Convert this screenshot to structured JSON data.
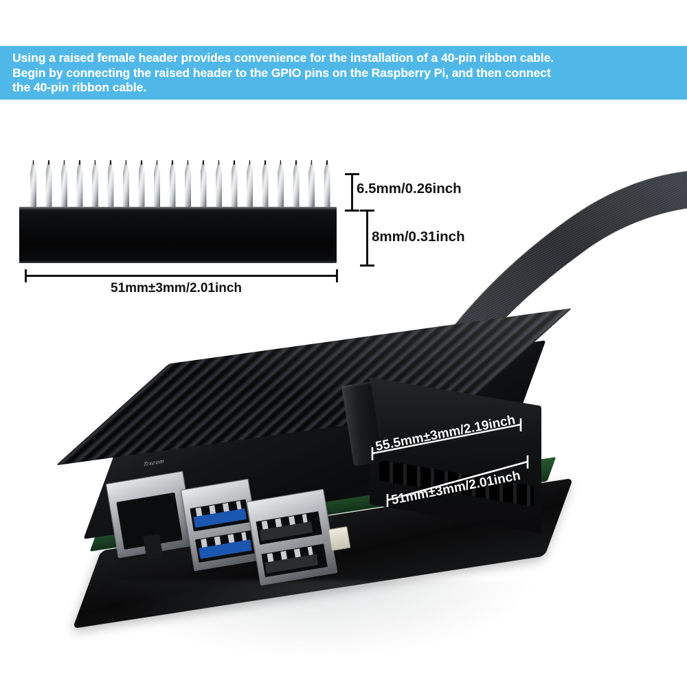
{
  "banner": {
    "text": "Using a raised female header provides convenience for the installation of a 40-pin ribbon cable.\nBegin by connecting the raised header to the GPIO pins on the Raspberry Pi, and then connect\nthe 40-pin ribbon cable.",
    "background_color": "#4fb8e8",
    "text_color": "#ffffff"
  },
  "dimensions": {
    "header_pin_height": "6.5mm/0.26inch",
    "header_body_height": "8mm/0.31inch",
    "header_length": "51mm±3mm/2.01inch",
    "cable_length_upper": "55.5mm±3mm/2.19inch",
    "cable_length_lower": "51mm±3mm/2.01inch"
  },
  "components": {
    "female_header": {
      "label": "raised-female-header",
      "pin_count": 20,
      "body_color": "#0a0b0c",
      "pin_color": "#c9ccd0"
    },
    "raspberry_pi": {
      "label": "raspberry-pi-in-heatsink-case",
      "case_color": "#111214",
      "pcb_color": "#1f4a28"
    },
    "ribbon_cable": {
      "label": "40-pin-ribbon-cable",
      "color": "#2a2c31"
    }
  },
  "ports": {
    "ethernet": {
      "type": "RJ45",
      "marking": "Trxcom"
    },
    "usb3": {
      "type": "USB 3.0",
      "count": 2,
      "tongue_color": "#1b56b0"
    },
    "usb2": {
      "type": "USB 2.0",
      "count": 2,
      "tongue_color": "#2a2c2f"
    }
  }
}
